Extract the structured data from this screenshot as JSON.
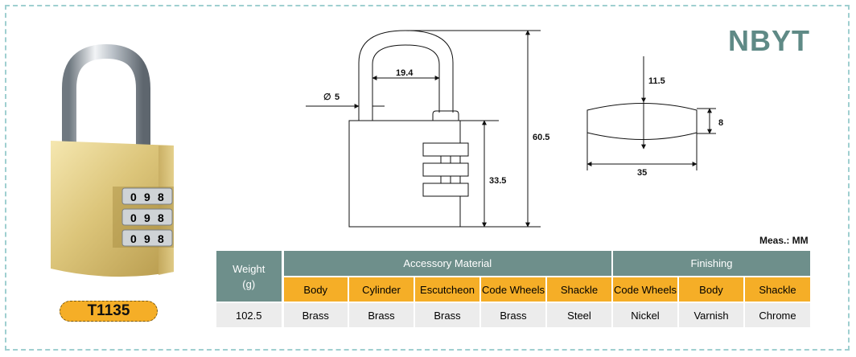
{
  "brand": "NBYT",
  "model": "T1135",
  "dial_digits": [
    "0",
    "9",
    "8"
  ],
  "measure_note": "Meas.: MM",
  "dimensions": {
    "shackle_diameter_symbol": "∅",
    "shackle_diameter": "5",
    "shackle_inner_width": "19.4",
    "total_height": "60.5",
    "body_height": "33.5",
    "top_offset": "11.5",
    "side_thickness": "8",
    "side_width": "35"
  },
  "table": {
    "weight_label": "Weight",
    "weight_unit": "(g)",
    "accessory_header": "Accessory Material",
    "finishing_header": "Finishing",
    "accessory_columns": [
      "Body",
      "Cylinder",
      "Escutcheon",
      "Code Wheels",
      "Shackle"
    ],
    "finishing_columns": [
      "Code Wheels",
      "Body",
      "Shackle"
    ],
    "weight_value": "102.5",
    "accessory_values": [
      "Brass",
      "Brass",
      "Brass",
      "Brass",
      "Steel"
    ],
    "finishing_values": [
      "Nickel",
      "Varnish",
      "Chrome"
    ]
  },
  "colors": {
    "brand": "#5f8a86",
    "header": "#6e8f8b",
    "accent": "#f5ae27",
    "row": "#ececec",
    "border": "#9fcfd0"
  }
}
